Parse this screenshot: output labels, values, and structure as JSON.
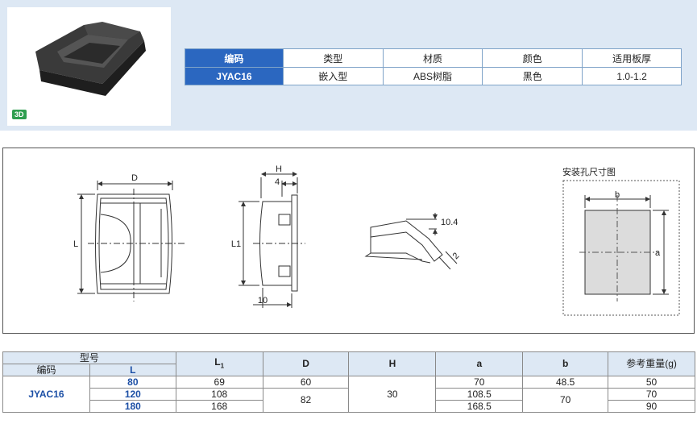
{
  "header": {
    "badge_3d": "3D",
    "spec_headers": [
      "编码",
      "类型",
      "材质",
      "颜色",
      "适用板厚"
    ],
    "spec_values": [
      "JYAC16",
      "嵌入型",
      "ABS树脂",
      "黑色",
      "1.0-1.2"
    ]
  },
  "drawing": {
    "front_D": "D",
    "front_L": "L",
    "side_H": "H",
    "side_4": "4",
    "side_L1": "L1",
    "side_10": "10",
    "detail_10_4": "10.4",
    "detail_2": "2",
    "hole_title": "安装孔尺寸图",
    "hole_b": "b",
    "hole_a": "a"
  },
  "dim_table": {
    "model_label": "型号",
    "code_label": "编码",
    "L_label": "L",
    "L1_label": "L",
    "L1_sub": "1",
    "D_label": "D",
    "H_label": "H",
    "a_label": "a",
    "b_label": "b",
    "weight_label": "参考重量(g)",
    "code": "JYAC16",
    "H_value": "30",
    "rows": [
      {
        "L": "80",
        "L1": "69",
        "D": "60",
        "a": "70",
        "b": "48.5",
        "weight": "50"
      },
      {
        "L": "120",
        "L1": "108",
        "D": "82",
        "a": "108.5",
        "b": "70",
        "weight": "70"
      },
      {
        "L": "180",
        "L1": "168",
        "D": "",
        "a": "168.5",
        "b": "",
        "weight": "90"
      }
    ]
  }
}
